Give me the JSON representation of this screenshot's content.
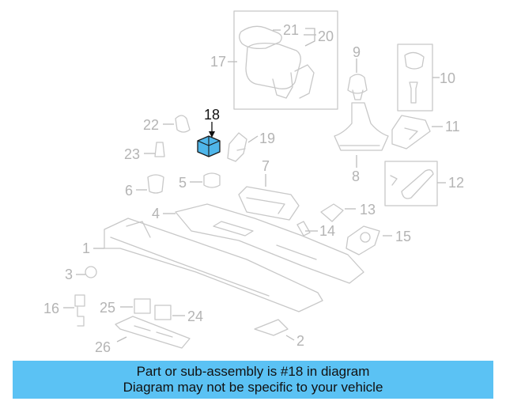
{
  "accent_color": "#5bc2f4",
  "highlight_part_color": "#4fb6ea",
  "callouts": {
    "c1": "1",
    "c2": "2",
    "c3": "3",
    "c4": "4",
    "c5": "5",
    "c6": "6",
    "c7": "7",
    "c8": "8",
    "c9": "9",
    "c10": "10",
    "c11": "11",
    "c12": "12",
    "c13": "13",
    "c14": "14",
    "c15": "15",
    "c16": "16",
    "c17": "17",
    "c18": "18",
    "c19": "19",
    "c20": "20",
    "c21": "21",
    "c22": "22",
    "c23": "23",
    "c24": "24",
    "c25": "25",
    "c26": "26"
  },
  "highlighted_part": "18",
  "banner": {
    "line1": "Part or sub-assembly is #18 in diagram",
    "line2": "Diagram may not be specific to your vehicle"
  }
}
